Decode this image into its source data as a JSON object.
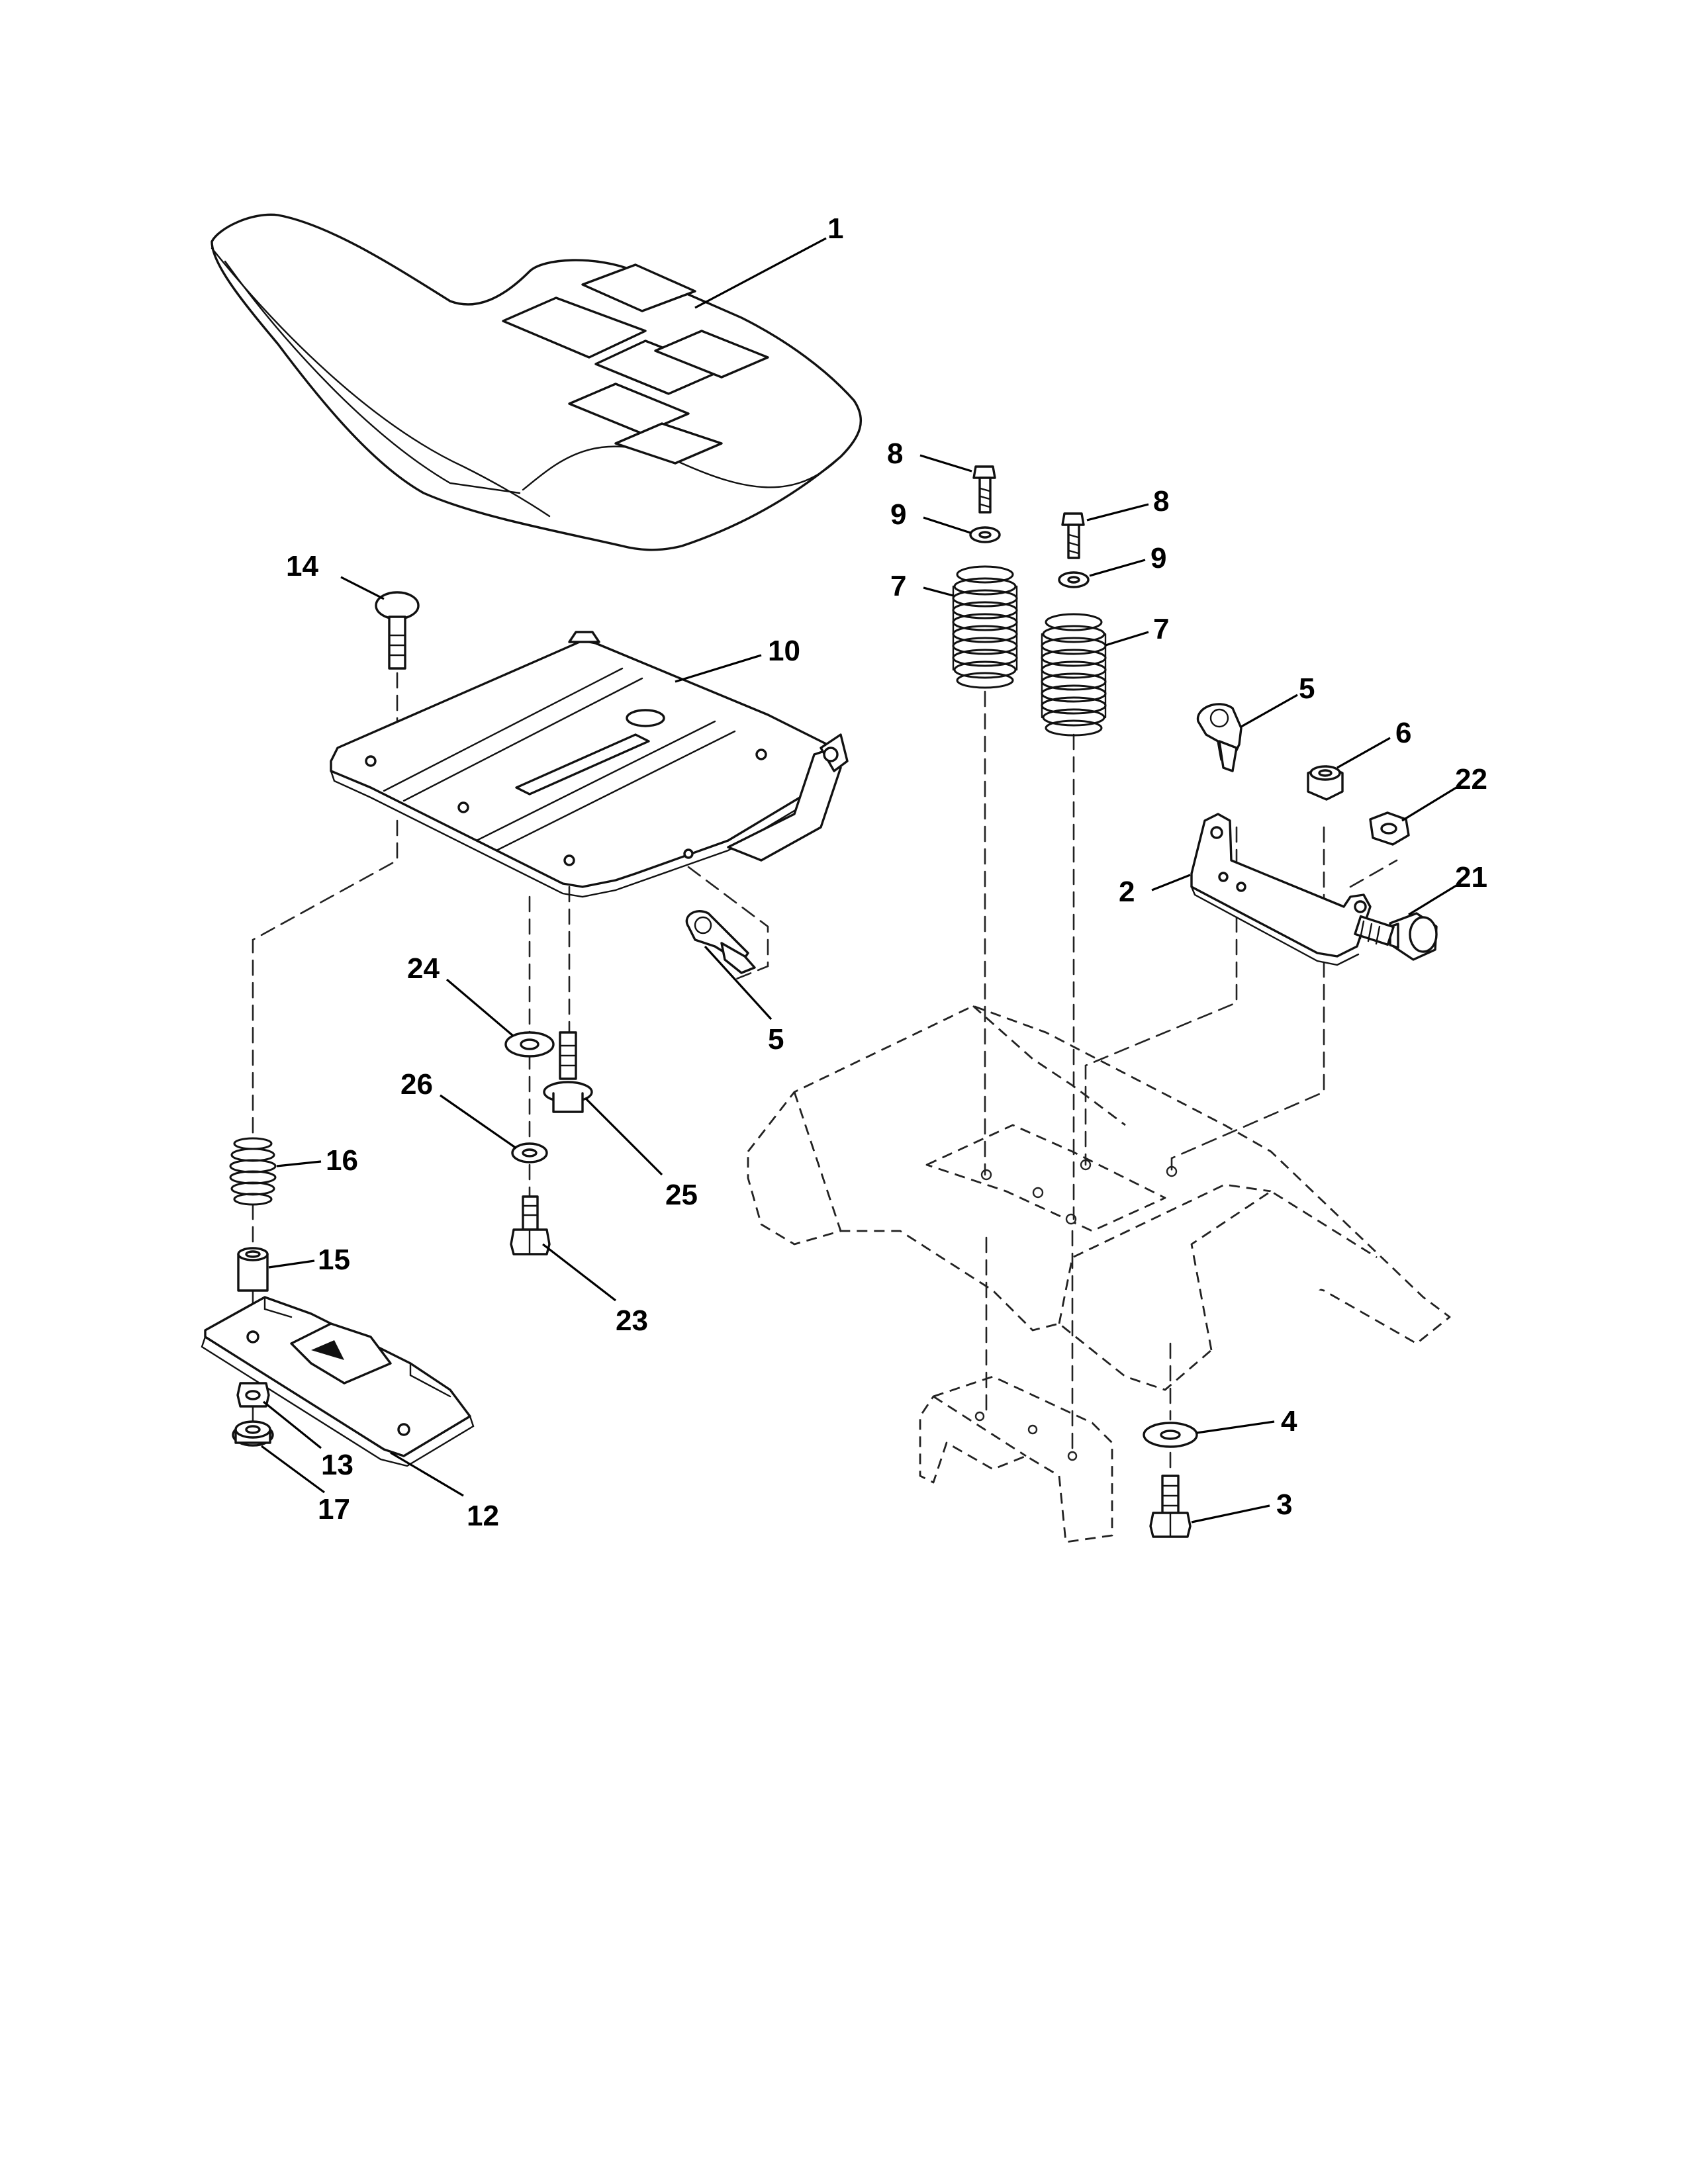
{
  "diagram": {
    "callouts": {
      "c1": "1",
      "c2": "2",
      "c3": "3",
      "c4": "4",
      "c5a": "5",
      "c5b": "5",
      "c6": "6",
      "c7a": "7",
      "c7b": "7",
      "c8a": "8",
      "c8b": "8",
      "c9a": "9",
      "c9b": "9",
      "c10": "10",
      "c12": "12",
      "c13": "13",
      "c14": "14",
      "c15": "15",
      "c16": "16",
      "c17": "17",
      "c21": "21",
      "c22": "22",
      "c23": "23",
      "c24": "24",
      "c25": "25",
      "c26": "26"
    }
  }
}
